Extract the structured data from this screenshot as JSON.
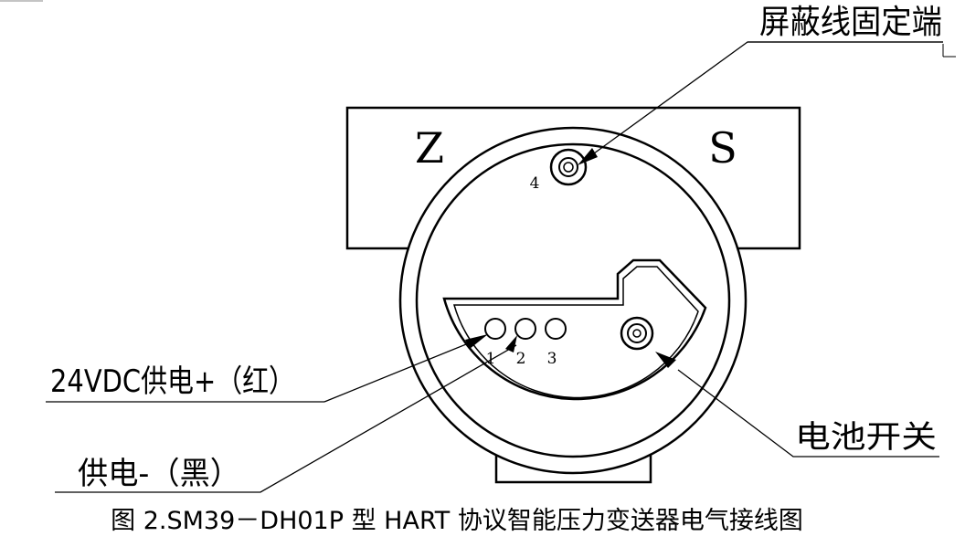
{
  "labels": {
    "shield_terminal": "屏蔽线固定端",
    "power_positive": "24VDC供电+（红）",
    "power_negative": "供电-（黑）",
    "battery_switch": "电池开关",
    "side_z": "Z",
    "side_s": "S",
    "terminal_1": "1",
    "terminal_2": "2",
    "terminal_3": "3",
    "terminal_4": "4"
  },
  "caption": "图 2.SM39－DH01P 型 HART 协议智能压力变送器电气接线图"
}
